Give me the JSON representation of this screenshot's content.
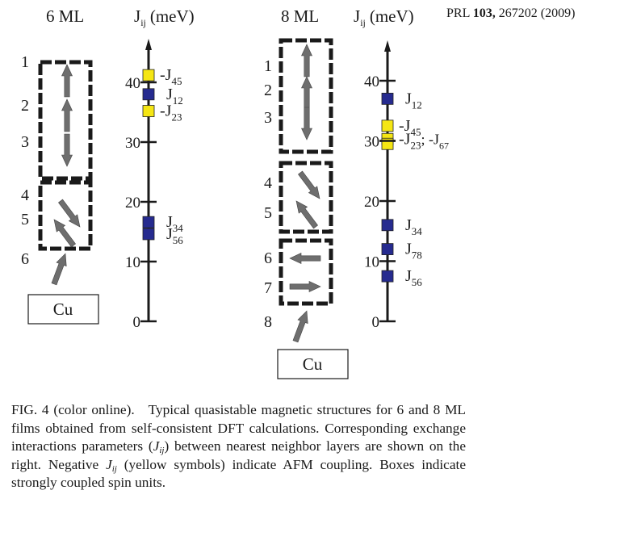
{
  "header": {
    "journal": "PRL",
    "volume": "103,",
    "page_year": "267202 (2009)"
  },
  "panels": [
    {
      "id": "6ml",
      "title": "6 ML",
      "axis_label": "J",
      "axis_label_sub": "ij",
      "axis_unit": "(meV)",
      "layer_labels": [
        "1",
        "2",
        "3",
        "4",
        "5",
        "6"
      ],
      "substrate_label": "Cu",
      "spins": [
        {
          "layer": 1,
          "direction": "up"
        },
        {
          "layer": 2,
          "direction": "up"
        },
        {
          "layer": 3,
          "direction": "down"
        },
        {
          "layer": 4,
          "direction": "down-right"
        },
        {
          "layer": 5,
          "direction": "up-left"
        },
        {
          "layer": 6,
          "direction": "up-right"
        }
      ],
      "boxes": [
        [
          1,
          3
        ],
        [
          4,
          5
        ]
      ]
    },
    {
      "id": "8ml",
      "title": "8 ML",
      "axis_label": "J",
      "axis_label_sub": "ij",
      "axis_unit": "(meV)",
      "layer_labels": [
        "1",
        "2",
        "3",
        "4",
        "5",
        "6",
        "7",
        "8"
      ],
      "substrate_label": "Cu",
      "spins": [
        {
          "layer": 1,
          "direction": "up"
        },
        {
          "layer": 2,
          "direction": "up"
        },
        {
          "layer": 3,
          "direction": "down"
        },
        {
          "layer": 4,
          "direction": "down-right"
        },
        {
          "layer": 5,
          "direction": "up-left"
        },
        {
          "layer": 6,
          "direction": "left"
        },
        {
          "layer": 7,
          "direction": "right"
        },
        {
          "layer": 8,
          "direction": "up-right"
        }
      ],
      "boxes": [
        [
          1,
          3
        ],
        [
          4,
          5
        ],
        [
          6,
          7
        ]
      ]
    }
  ],
  "chart_data": [
    {
      "type": "scatter",
      "title": "6 ML",
      "ylabel": "J_ij (meV)",
      "ylim": [
        0,
        45
      ],
      "yticks": [
        0,
        10,
        20,
        30,
        40
      ],
      "grid": false,
      "points": [
        {
          "label": "-J",
          "sub": "45",
          "value": 41.2,
          "sign": "negative",
          "color": "#f5e614"
        },
        {
          "label": "J",
          "sub": "12",
          "value": 38.0,
          "sign": "positive",
          "color": "#262b8f"
        },
        {
          "label": "-J",
          "sub": "23",
          "value": 35.2,
          "sign": "negative",
          "color": "#f5e614"
        },
        {
          "label": "J",
          "sub": "34",
          "value": 16.6,
          "sign": "positive",
          "color": "#262b8f"
        },
        {
          "label": "J",
          "sub": "56",
          "value": 14.6,
          "sign": "positive",
          "color": "#262b8f"
        }
      ]
    },
    {
      "type": "scatter",
      "title": "8 ML",
      "ylabel": "J_ij (meV)",
      "ylim": [
        0,
        45
      ],
      "yticks": [
        0,
        10,
        20,
        30,
        40
      ],
      "grid": false,
      "points": [
        {
          "label": "J",
          "sub": "12",
          "value": 37.0,
          "sign": "positive",
          "color": "#262b8f"
        },
        {
          "label": "-J",
          "sub": "45",
          "value": 32.5,
          "sign": "negative",
          "color": "#f5e614"
        },
        {
          "label": "-J",
          "sub": "23",
          "value": 30.3,
          "sign": "negative",
          "color": "#f5e614",
          "extra": "; -J",
          "extra_sub": "67"
        },
        {
          "label": "-J",
          "sub": "67",
          "value": 29.5,
          "sign": "negative",
          "color": "#f5e614",
          "hidden_label": true
        },
        {
          "label": "J",
          "sub": "34",
          "value": 16.0,
          "sign": "positive",
          "color": "#262b8f"
        },
        {
          "label": "J",
          "sub": "78",
          "value": 12.0,
          "sign": "positive",
          "color": "#262b8f"
        },
        {
          "label": "J",
          "sub": "56",
          "value": 7.5,
          "sign": "positive",
          "color": "#262b8f"
        }
      ]
    }
  ],
  "caption": {
    "fig_label": "FIG. 4 (color online).",
    "text_1": "Typical quasistable magnetic structures for 6 and 8 ML films obtained from self-consistent DFT calculations. Corresponding exchange interactions parameters (",
    "jij": "J",
    "jij_sub": "ij",
    "text_2": ") between nearest neighbor layers are shown on the right. Negative ",
    "text_3": " (yellow symbols) indicate AFM coupling. Boxes indicate strongly coupled spin units."
  },
  "colors": {
    "positive": "#262b8f",
    "negative": "#f5e614",
    "arrow": "#6e6e6e",
    "ink": "#1a1a1a"
  }
}
